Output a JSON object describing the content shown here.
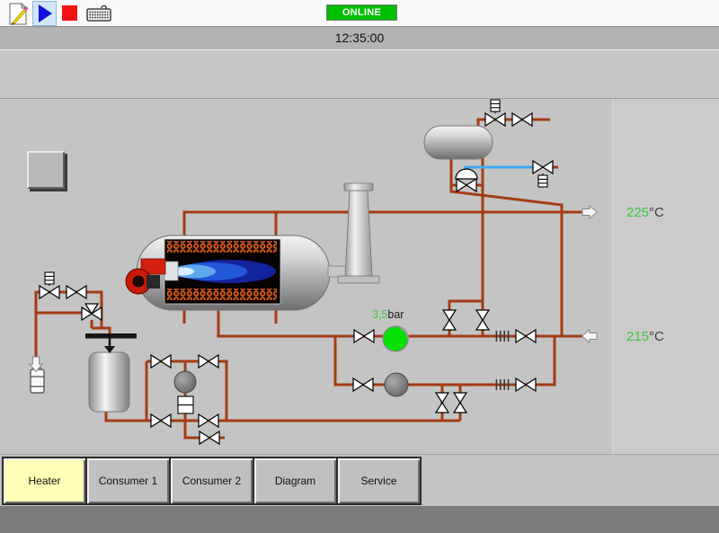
{
  "toolbar": {
    "icons": [
      {
        "name": "edit-document-icon"
      },
      {
        "name": "play-icon",
        "active": true
      },
      {
        "name": "stop-icon"
      },
      {
        "name": "keyboard-icon"
      }
    ],
    "online_label": "ONLINE"
  },
  "statusbar": {
    "time": "12:35:00"
  },
  "diagram": {
    "supply_temperature": {
      "value": "225",
      "unit": "°C"
    },
    "return_temperature": {
      "value": "215",
      "unit": "°C"
    },
    "pressure": {
      "value": "3,5",
      "unit": "bar"
    },
    "colors": {
      "pipe": "#A43C14",
      "water_line": "#3FA9F5",
      "temperature_text": "#3CC83C",
      "online_badge": "#00BE00",
      "pump_running": "#06E006",
      "active_nav_button": "#FFFFB5"
    }
  },
  "nav": {
    "buttons": [
      {
        "label": "Heater",
        "active": true
      },
      {
        "label": "Consumer 1",
        "active": false
      },
      {
        "label": "Consumer 2",
        "active": false
      },
      {
        "label": "Diagram",
        "active": false
      },
      {
        "label": "Service",
        "active": false
      }
    ]
  }
}
